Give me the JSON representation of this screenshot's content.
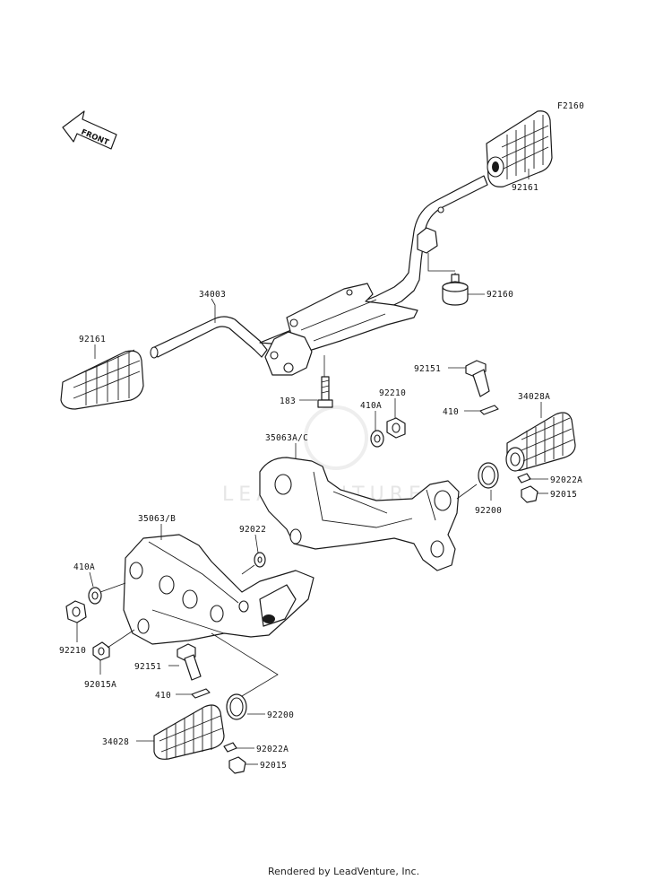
{
  "diagram": {
    "code": "F2160",
    "front_label": "FRONT",
    "watermark": "LEADVENTURE",
    "footer": "Rendered by LeadVenture, Inc.",
    "parts": [
      {
        "id": "92161-rear",
        "label": "92161"
      },
      {
        "id": "92161-front",
        "label": "92161"
      },
      {
        "id": "34003",
        "label": "34003"
      },
      {
        "id": "92160",
        "label": "92160"
      },
      {
        "id": "183",
        "label": "183"
      },
      {
        "id": "410A-top",
        "label": "410A"
      },
      {
        "id": "92210-top",
        "label": "92210"
      },
      {
        "id": "92151-top",
        "label": "92151"
      },
      {
        "id": "410-top",
        "label": "410"
      },
      {
        "id": "34028A",
        "label": "34028A"
      },
      {
        "id": "35063AC",
        "label": "35063A/C"
      },
      {
        "id": "92022A-top",
        "label": "92022A"
      },
      {
        "id": "92015-top",
        "label": "92015"
      },
      {
        "id": "92200-top",
        "label": "92200"
      },
      {
        "id": "35063B",
        "label": "35063/B"
      },
      {
        "id": "92022",
        "label": "92022"
      },
      {
        "id": "410A-bottom",
        "label": "410A"
      },
      {
        "id": "92210-bottom",
        "label": "92210"
      },
      {
        "id": "92015A",
        "label": "92015A"
      },
      {
        "id": "92151-bottom",
        "label": "92151"
      },
      {
        "id": "410-bottom",
        "label": "410"
      },
      {
        "id": "92200-bottom",
        "label": "92200"
      },
      {
        "id": "34028",
        "label": "34028"
      },
      {
        "id": "92022A-bottom",
        "label": "92022A"
      },
      {
        "id": "92015-bottom",
        "label": "92015"
      }
    ]
  }
}
